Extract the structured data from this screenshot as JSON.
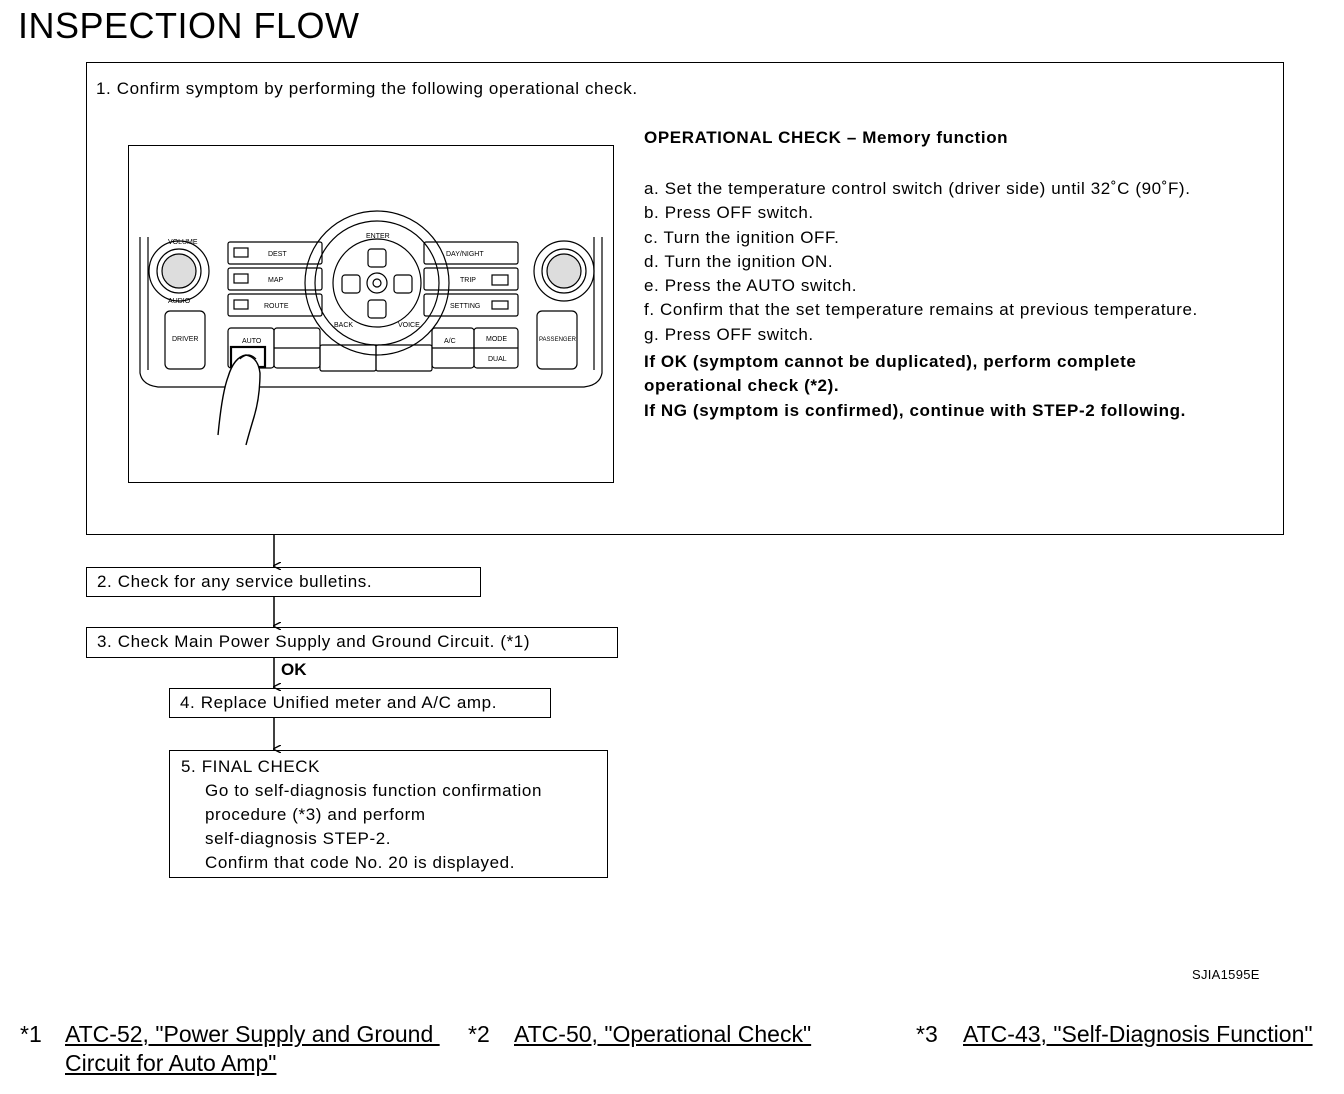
{
  "page": {
    "title": "INSPECTION FLOW"
  },
  "flow": {
    "step1": {
      "text": "1. Confirm symptom by performing the following operational check.",
      "op_title": "OPERATIONAL CHECK – Memory function",
      "op_steps": [
        "a. Set the temperature control switch (driver side) until 32˚C (90˚F).",
        "b. Press OFF switch.",
        "c. Turn the ignition OFF.",
        "d. Turn the ignition ON.",
        "e. Press the AUTO switch.",
        "f.  Confirm that the set temperature remains at previous temperature.",
        "g. Press OFF switch."
      ],
      "op_result": [
        "If OK (symptom cannot be duplicated), perform complete",
        "operational check (*2).",
        "If NG (symptom is confirmed), continue with STEP-2 following."
      ],
      "panel_labels": {
        "volume": "VOLUME",
        "audio": "AUDIO",
        "dest": "DEST",
        "map": "MAP",
        "route": "ROUTE",
        "enter": "ENTER",
        "back": "BACK",
        "voice": "VOICE",
        "day_night": "DAY/NIGHT",
        "trip": "TRIP",
        "setting": "SETTING",
        "driver": "DRIVER",
        "passenger": "PASSENGER",
        "auto": "AUTO",
        "ac": "A/C",
        "mode": "MODE",
        "dual": "DUAL"
      }
    },
    "step2": "2. Check for any service bulletins.",
    "step3": "3. Check Main Power Supply and Ground Circuit. (*1)",
    "ok_label": "OK",
    "step4": "4. Replace Unified meter and A/C amp.",
    "step5": [
      "5. FINAL CHECK",
      "Go to self-diagnosis function confirmation",
      "procedure (*3) and perform",
      "self-diagnosis STEP-2.",
      "Confirm that code No. 20 is displayed."
    ]
  },
  "figure_code": "SJIA1595E",
  "footnotes": [
    {
      "mark": "*1",
      "link_line1": "ATC-52, \"Power Supply and Ground ",
      "link_line2": "Circuit for Auto Amp\""
    },
    {
      "mark": "*2",
      "link_line1": "ATC-50, \"Operational Check\""
    },
    {
      "mark": "*3",
      "link_line1": "ATC-43, \"Self-Diagnosis Function\""
    }
  ]
}
